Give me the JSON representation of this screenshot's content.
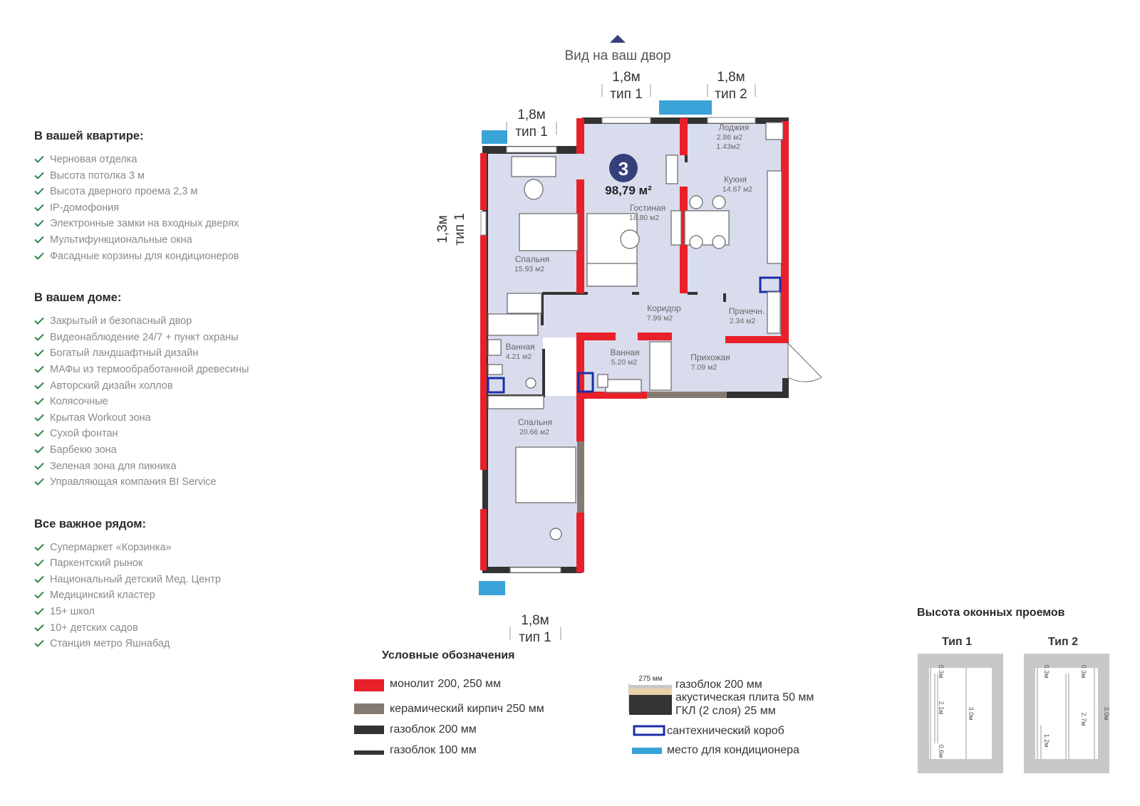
{
  "view": {
    "label": "Вид на ваш двор"
  },
  "windows": {
    "top_left": {
      "size": "1,8м",
      "type": "тип 1"
    },
    "top_mid": {
      "size": "1,8м",
      "type": "тип 1"
    },
    "top_right": {
      "size": "1,8м",
      "type": "тип 2"
    },
    "left_side": {
      "size": "1,3м",
      "type": "тип 1"
    },
    "bottom": {
      "size": "1,8м",
      "type": "тип 1"
    }
  },
  "apartment": {
    "rooms_count": "3",
    "area": "98,79 м²"
  },
  "rooms": [
    {
      "name": "Лоджия",
      "area": "2.86 м2",
      "area2": "1.43м2"
    },
    {
      "name": "Кухня",
      "area": "14.67 м2"
    },
    {
      "name": "Гостиная",
      "area": "18.80 м2"
    },
    {
      "name": "Спальня",
      "area": "15.93 м2"
    },
    {
      "name": "Коридор",
      "area": "7.99 м2"
    },
    {
      "name": "Прачечн.",
      "area": "2.34 м2"
    },
    {
      "name": "Ванная",
      "area": "4.21 м2"
    },
    {
      "name": "Ванная",
      "area": "5.20 м2"
    },
    {
      "name": "Прихожая",
      "area": "7.09 м2"
    },
    {
      "name": "Спальня",
      "area": "20.66 м2"
    }
  ],
  "sections": [
    {
      "title": "В вашей квартире:",
      "items": [
        "Черновая отделка",
        "Высота потолка 3 м",
        "Высота дверного проема 2,3 м",
        "IP-домофония",
        "Электронные замки на входных дверях",
        "Мультифункциональные окна",
        "Фасадные корзины для кондиционеров"
      ]
    },
    {
      "title": "В вашем доме:",
      "items": [
        "Закрытый и безопасный двор",
        "Видеонаблюдение 24/7 + пункт охраны",
        "Богатый ландшафтный дизайн",
        "МАФы из термообработанной древесины",
        "Авторский дизайн холлов",
        "Колясочные",
        "Крытая Workout зона",
        "Сухой фонтан",
        "Барбекю зона",
        "Зеленая зона для пикника",
        "Управляющая компания BI Service"
      ]
    },
    {
      "title": "Все важное рядом:",
      "items": [
        "Супермаркет «Корзинка»",
        "Паркентский рынок",
        "Национальный детский Мед. Центр",
        "Медицинский кластер",
        "15+ школ",
        "10+ детских садов",
        "Станция метро Яшнабад"
      ]
    }
  ],
  "legend": {
    "title": "Условные обозначения",
    "monolith": "монолит 200, 250 мм",
    "brick": "керамический кирпич 250 мм",
    "gas200": "газоблок 200 мм",
    "gas100": "газоблок 100 мм",
    "composite_dim": "275 мм",
    "composite_1": "газоблок 200 мм",
    "composite_2": "акустическая плита 50 мм",
    "composite_3": "ГКЛ (2 слоя) 25 мм",
    "plumbing": "сантехнический короб",
    "ac": "место для кондиционера"
  },
  "window_heights": {
    "title": "Высота оконных проемов",
    "type1": {
      "label": "Тип 1",
      "top": "0.3м",
      "mid": "2.1м",
      "bottom": "0.6м",
      "total": "3.0м"
    },
    "type2": {
      "label": "Тип 2",
      "top": "0.3м",
      "top2": "0.3м",
      "mid": "2.7м",
      "bottom": "1.2м",
      "total": "3.0м"
    }
  },
  "colors": {
    "monolith": "#e8202a",
    "brick": "#857a72",
    "gas": "#333333",
    "floor": "#d8dcec",
    "ac": "#3aa3d8",
    "plumbing": "#1a2ea8",
    "accent": "#34407a",
    "check": "#2a8a4a"
  }
}
